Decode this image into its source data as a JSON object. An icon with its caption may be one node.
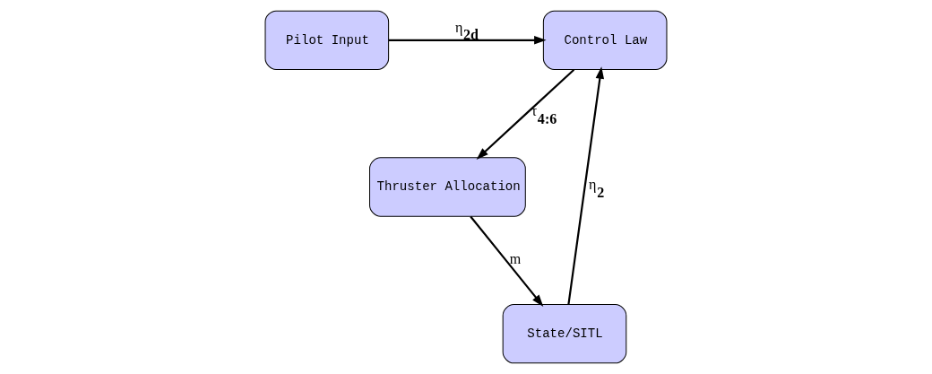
{
  "diagram": {
    "nodes": [
      {
        "text": [
          "Pilot Input"
        ]
      },
      {
        "text": [
          "Control Law"
        ]
      },
      {
        "text": [
          "Thruster Allocation"
        ]
      },
      {
        "text": [
          "State/SITL"
        ]
      }
    ],
    "edges": [
      {
        "from": 0,
        "to": 1,
        "arrow": "to",
        "label": "η$_{2d}$"
      },
      {
        "from": 1,
        "to": 2,
        "arrow": "to",
        "label": "τ$_{4:6}$"
      },
      {
        "from": 2,
        "to": 3,
        "arrow": "to",
        "label": "m"
      },
      {
        "from": 3,
        "to": 1,
        "arrow": "to",
        "label": "η$_{2}$"
      }
    ]
  }
}
